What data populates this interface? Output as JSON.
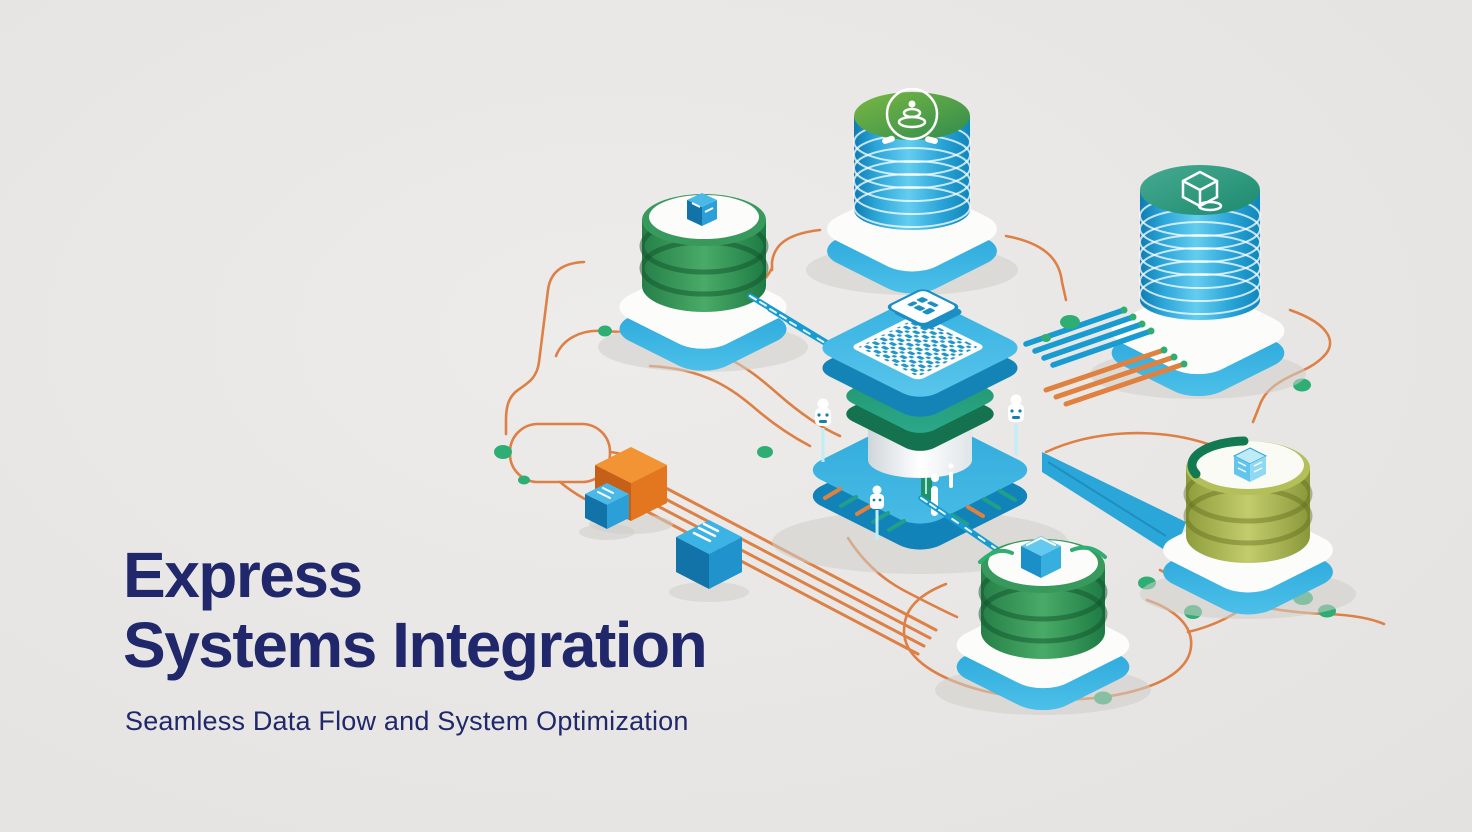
{
  "hero": {
    "title_line1": "Express",
    "title_line2": "Systems Integration",
    "subtitle": "Seamless Data Flow and System Optimization",
    "title_color": "#20276b"
  },
  "illustration": {
    "description": "Isometric diagram of database nodes on platforms wired to a central processor chip",
    "colors": {
      "background": "#e8e6e4",
      "wire_orange": "#dd8046",
      "ribbon_teal": "#179bd0",
      "dot_green": "#2fae74",
      "platform_blue": "#29a8dd",
      "cylinder_blue": "#1f9ed4",
      "stack_green": "#2f9357",
      "stack_olive": "#aab84f",
      "chip_blue": "#2fabdd",
      "chip_green": "#23996e",
      "cube_orange": "#e2771f",
      "cube_blue": "#2a9fd8"
    },
    "nodes": [
      {
        "name": "database-node-top"
      },
      {
        "name": "database-node-left"
      },
      {
        "name": "database-node-right"
      },
      {
        "name": "processor-chip"
      },
      {
        "name": "database-node-bottom"
      },
      {
        "name": "database-node-olive"
      },
      {
        "name": "cube-orange"
      },
      {
        "name": "cube-blue-small"
      },
      {
        "name": "cube-blue-large"
      }
    ]
  }
}
